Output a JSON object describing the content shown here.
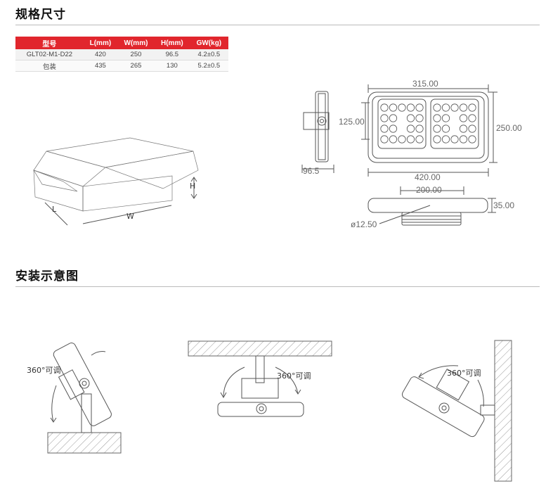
{
  "sections": {
    "specs_title": "规格尺寸",
    "install_title": "安装示意图"
  },
  "spec_table": {
    "headers": [
      "型号",
      "L(mm)",
      "W(mm)",
      "H(mm)",
      "GW(kg)"
    ],
    "rows": [
      [
        "GLT02-M1-D22",
        "420",
        "250",
        "96.5",
        "4.2±0.5"
      ],
      [
        "包装",
        "435",
        "265",
        "130",
        "5.2±0.5"
      ]
    ]
  },
  "box_diagram": {
    "label_h": "H",
    "label_l": "L",
    "label_w": "W"
  },
  "dimensions": {
    "front_width": "315.00",
    "inner_height": "125.00",
    "total_height": "250.00",
    "bottom_width": "420.00",
    "side_depth": "96.5",
    "bottom_spacing": "200.00",
    "bottom_height": "35.00",
    "hole_diameter": "ø12.50"
  },
  "install": {
    "adjust_label": "360°可调"
  },
  "colors": {
    "header_bg": "#e1262d",
    "rule": "#bbbbbb"
  }
}
